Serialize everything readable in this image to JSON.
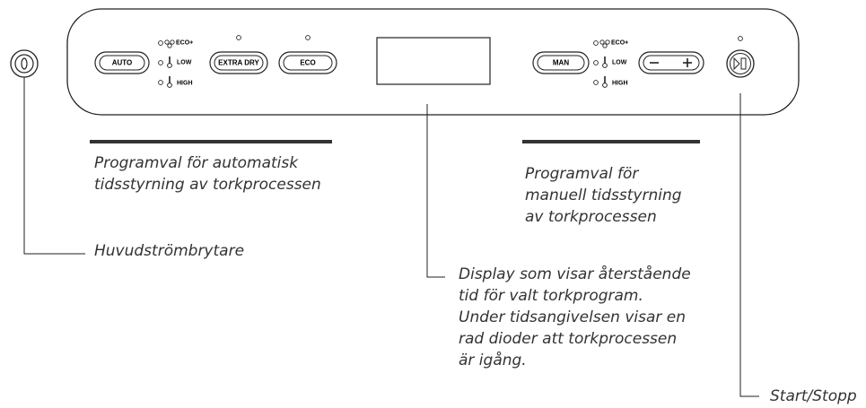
{
  "panel": {
    "auto_button": "AUTO",
    "extra_dry_button": "EXTRA DRY",
    "eco_button": "ECO",
    "man_button": "MAN",
    "auto_modes": [
      "ECO+",
      "LOW",
      "HIGH"
    ],
    "man_modes": [
      "ECO+",
      "LOW",
      "HIGH"
    ],
    "minus_sign": "−",
    "plus_sign": "+"
  },
  "captions": {
    "auto_program": [
      "Programval för automatisk",
      "tidsstyrning av torkprocessen"
    ],
    "manual_program": [
      "Programval för",
      "manuell tidsstyrning",
      "av torkprocessen"
    ],
    "main_switch": [
      "Huvudströmbrytare"
    ],
    "display": [
      "Display som visar återstående",
      "tid för valt torkprogram.",
      "Under tidsangivelsen visar en",
      "rad dioder att torkprocessen",
      "är igång."
    ],
    "start_stop": [
      "Start/Stopp"
    ]
  }
}
